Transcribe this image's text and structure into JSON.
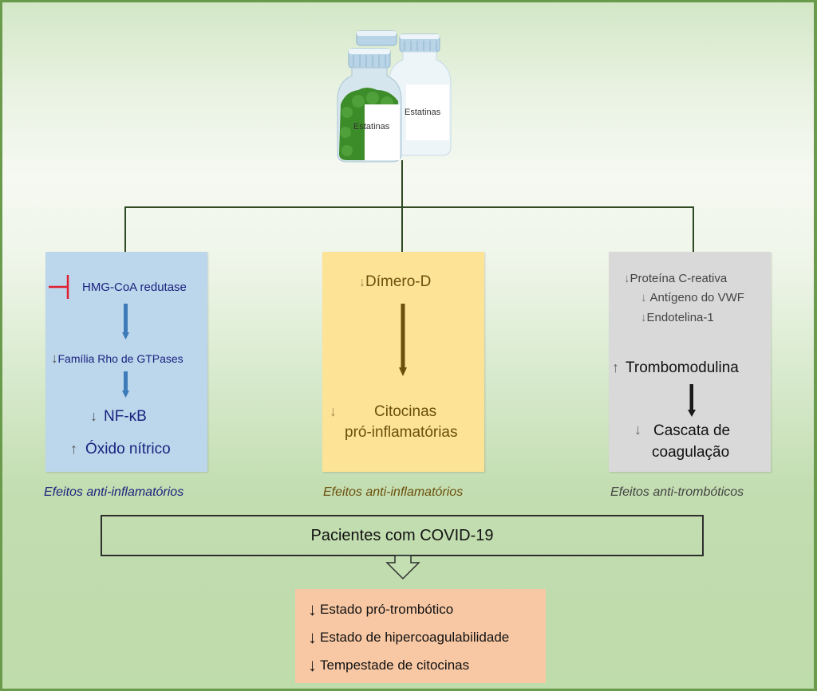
{
  "diagram": {
    "top_image": {
      "bottle_front_label": "Estatinas",
      "bottle_back_label": "Estatinas"
    },
    "branches": [
      {
        "id": "blue",
        "color": "#bcd6ec",
        "text_color": "#1a237e",
        "inhibit_label": "HMG-CoA redutase",
        "step2": {
          "arrow": "↓",
          "label": "Família Rho de GTPases"
        },
        "step3": {
          "arrow": "↓",
          "label": "NF-κB"
        },
        "step4": {
          "arrow": "↑",
          "label": "Óxido nítrico"
        },
        "caption": "Efeitos anti-inflamatórios"
      },
      {
        "id": "yellow",
        "color": "#fde396",
        "text_color": "#6b4f0c",
        "step1": {
          "arrow": "↓",
          "label": "Dímero-D"
        },
        "step2": {
          "arrow": "↓",
          "label_line1": "Citocinas",
          "label_line2": "pró-inflamatórias"
        },
        "caption": "Efeitos anti-inflamatórios"
      },
      {
        "id": "gray",
        "color": "#d9d9d9",
        "text_color": "#444444",
        "items": [
          {
            "arrow": "↓",
            "label": "Proteína C-reativa"
          },
          {
            "arrow": "↓",
            "label": "Antígeno do VWF"
          },
          {
            "arrow": "↓",
            "label": "Endotelina-1"
          }
        ],
        "step2": {
          "arrow": "↑",
          "label": "Trombomodulina"
        },
        "step3": {
          "arrow": "↓",
          "label_line1": "Cascata de",
          "label_line2": "coagulação"
        },
        "caption": "Efeitos anti-trombóticos"
      }
    ],
    "covid_box": {
      "label": "Pacientes com COVID-19"
    },
    "outcomes": [
      {
        "arrow": "↓",
        "label": "Estado pró-trombótico"
      },
      {
        "arrow": "↓",
        "label": "Estado de hipercoagulabilidade"
      },
      {
        "arrow": "↓",
        "label": "Tempestade de citocinas"
      }
    ],
    "colors": {
      "border": "#6a9a4c",
      "connector": "#2f4a22",
      "inhibit": "#e02030",
      "blue_arrow": "#3d7ab8",
      "yellow_arrow": "#6b4f0c",
      "result_bg": "#f8c8a4"
    }
  }
}
